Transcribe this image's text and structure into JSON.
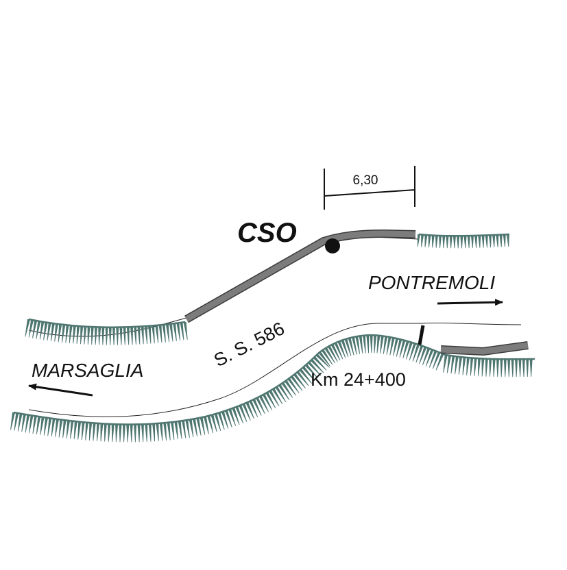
{
  "labels": {
    "station": "CSO",
    "dimension": "6,30",
    "road": "S. S. 586",
    "km_marker": "Km 24+400",
    "direction_east": "PONTREMOLI",
    "direction_west": "MARSAGLIA"
  },
  "colors": {
    "embankment": "#4f7670",
    "barrier": "#7c7c7c",
    "barrier_outline": "#3c3c3c",
    "road_edge": "#222222",
    "text": "#111111"
  },
  "icons": {
    "station_marker": "filled-circle",
    "direction_arrows": "arrow"
  }
}
